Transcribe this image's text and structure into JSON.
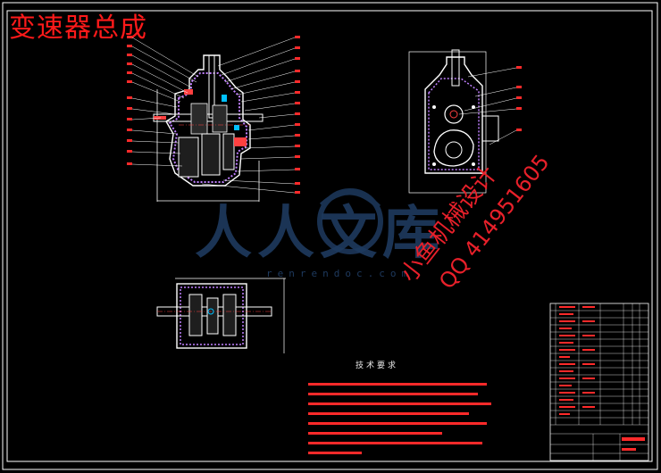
{
  "drawing": {
    "title": "变速器总成"
  },
  "watermark": {
    "brand": "人人文库",
    "url": "renrendoc.com"
  },
  "stamp": {
    "line1": "小鱼机械设计",
    "line2": "QQ 414951605"
  },
  "notes": {
    "heading": "技术要求",
    "line_count": 8
  },
  "colors": {
    "background": "#000000",
    "title_red": "#ff1a1a",
    "drawing_white": "#ffffff",
    "annotation_red": "#ff2a2a",
    "hatch_purple": "#c080ff",
    "watermark_blue": "#1e3a5f"
  },
  "icons": {
    "watermark_logo": "renrendoc-circle-logo-icon"
  }
}
